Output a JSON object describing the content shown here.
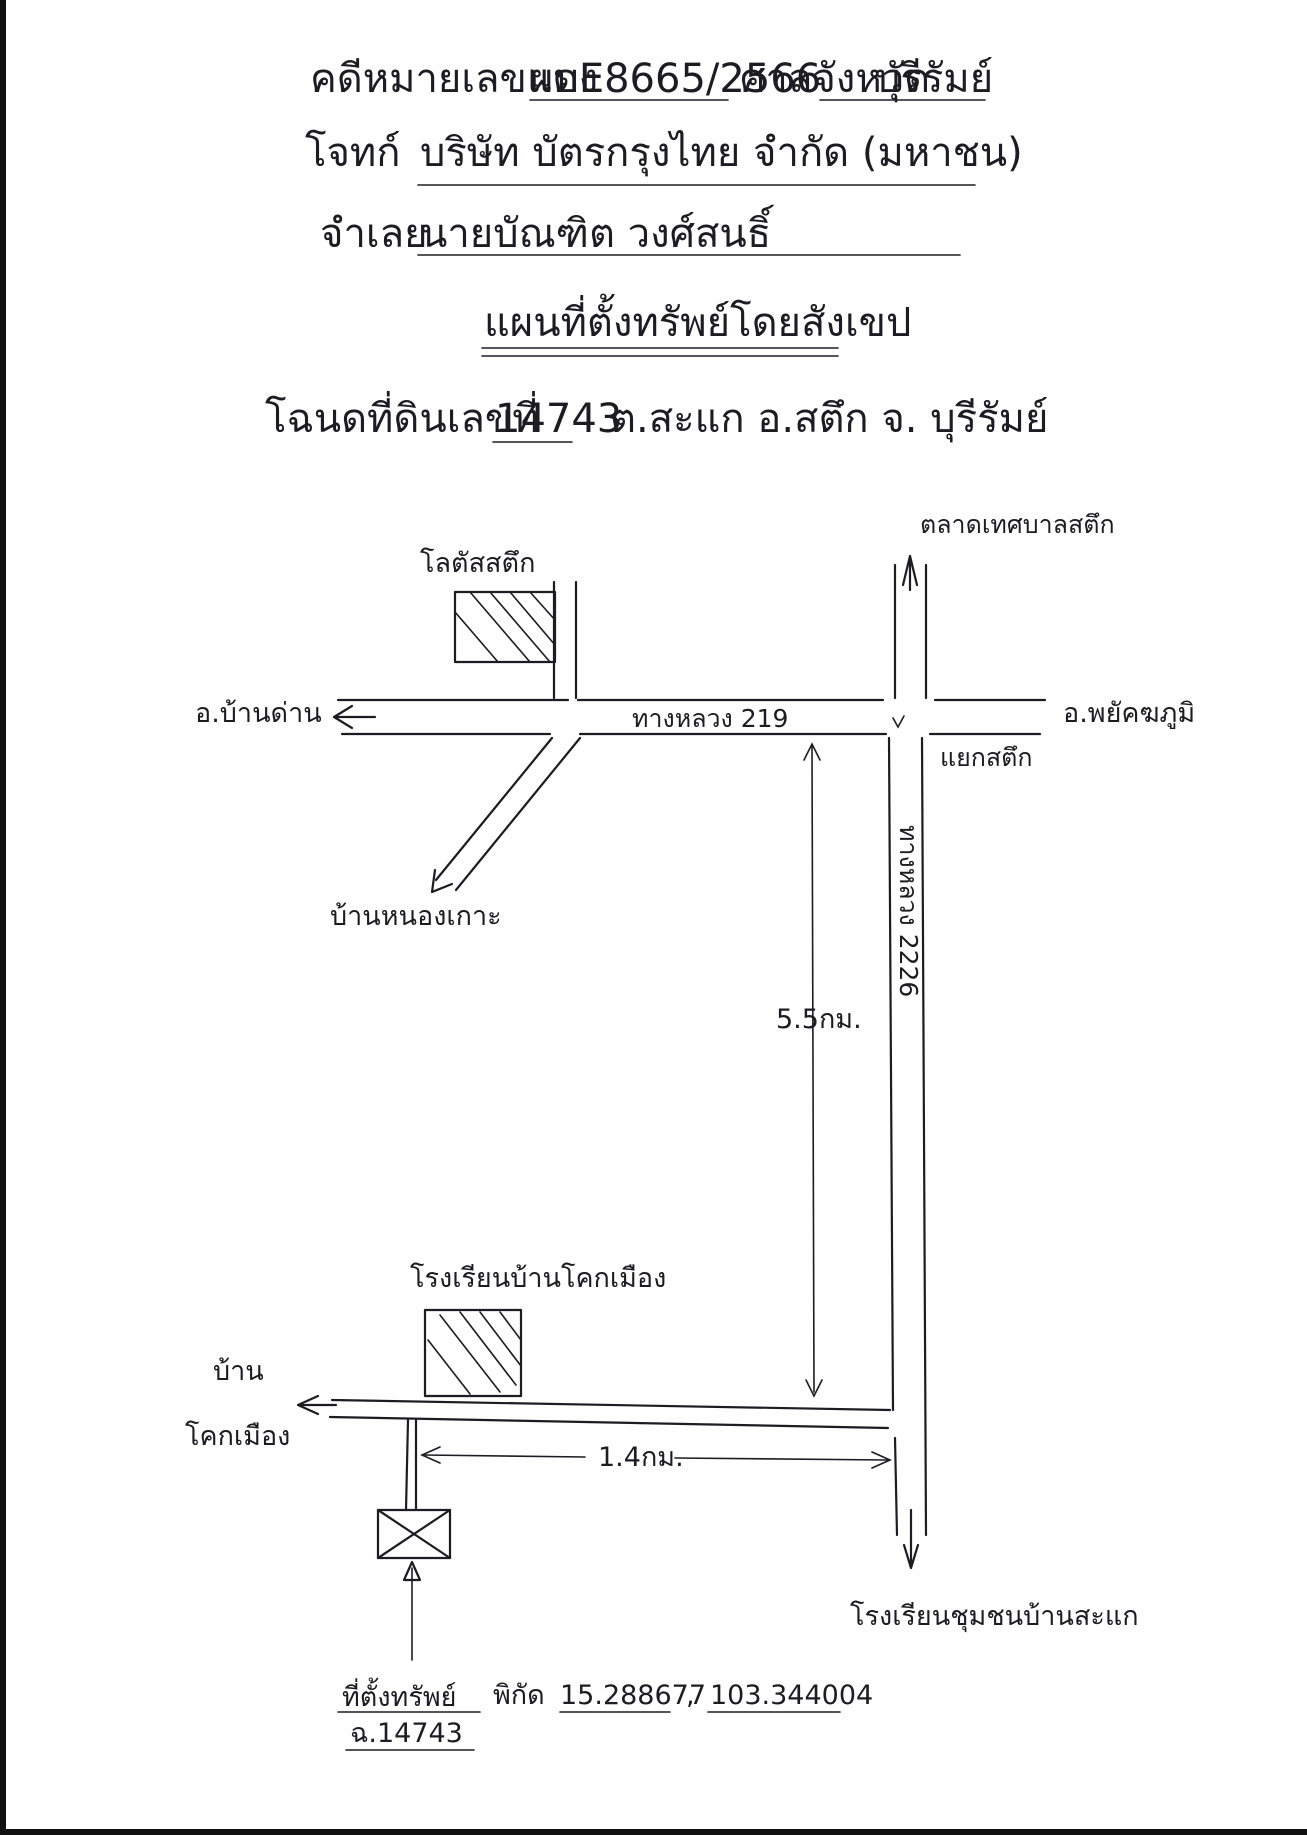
{
  "header": {
    "case_label": "คดีหมายเลขแดง",
    "case_number": "ผบE8665/2566",
    "court_label": "ศาลจังหวัด",
    "court_province": "บุรีรัมย์",
    "plaintiff_label": "โจทก์",
    "plaintiff_name": "บริษัท บัตรกรุงไทย จำกัด (มหาชน)",
    "defendant_label": "จำเลย",
    "defendant_name": "นายบัณฑิต วงศ์สนธิ์",
    "map_title": "แผนที่ตั้งทรัพย์โดยสังเขป",
    "deed_label": "โฉนดที่ดินเลขที่",
    "deed_number": "14743",
    "deed_location": "ต.สะแก อ.สตึก จ. บุรีรัมย์"
  },
  "map": {
    "landmarks": {
      "lotus": "โลตัสสตึก",
      "market": "ตลาดเทศบาลสตึก",
      "ban_dan": "อ.บ้านด่าน",
      "phayakkhaphum": "อ.พยัคฆภูมิ",
      "road_219": "ทางหลวง 219",
      "stuek_junction": "แยกสตึก",
      "ban_nong_ko": "บ้านหนองเกาะ",
      "road_2226": "ทางหลวง 2226",
      "school_khok_mueang": "โรงเรียนบ้านโคกเมือง",
      "ban_khok_line1": "บ้าน",
      "ban_khok_line2": "โคกเมือง",
      "school_sakae": "โรงเรียนชุมชนบ้านสะแก"
    },
    "distances": {
      "vertical": "5.5กม.",
      "horizontal": "1.4กม."
    },
    "property": {
      "label_line1": "ที่ตั้งทรัพย์",
      "label_line2": "ฉ.14743",
      "coords_label": "พิกัด",
      "coords_lat": "15.288677",
      "coords_sep": ",",
      "coords_lon": "103.344004"
    }
  }
}
